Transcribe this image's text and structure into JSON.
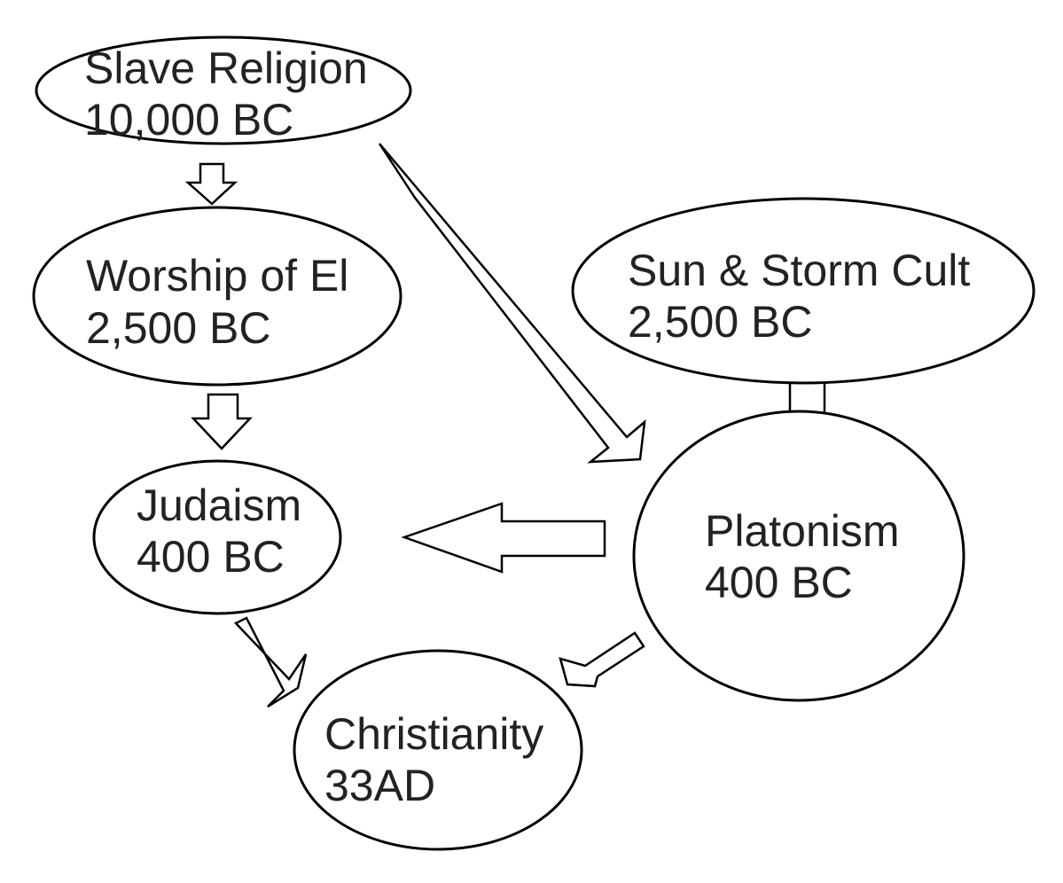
{
  "nodes": {
    "slave_religion": {
      "name": "Slave Religion",
      "date": "10,000 BC"
    },
    "worship_of_el": {
      "name": "Worship of El",
      "date": "2,500 BC"
    },
    "sun_storm_cult": {
      "name": "Sun & Storm Cult",
      "date": "2,500 BC"
    },
    "judaism": {
      "name": "Judaism",
      "date": "400 BC"
    },
    "platonism": {
      "name": "Platonism",
      "date": "400 BC"
    },
    "christianity": {
      "name": "Christianity",
      "date": "33AD"
    }
  },
  "edges": [
    {
      "from": "Slave Religion",
      "to": "Worship of El"
    },
    {
      "from": "Slave Religion",
      "to": "Platonism"
    },
    {
      "from": "Worship of El",
      "to": "Judaism"
    },
    {
      "from": "Sun & Storm Cult",
      "to": "Platonism"
    },
    {
      "from": "Platonism",
      "to": "Judaism"
    },
    {
      "from": "Judaism",
      "to": "Christianity"
    },
    {
      "from": "Platonism",
      "to": "Christianity"
    }
  ],
  "colors": {
    "stroke": "#000000",
    "fill": "#ffffff",
    "text": "#222222"
  }
}
